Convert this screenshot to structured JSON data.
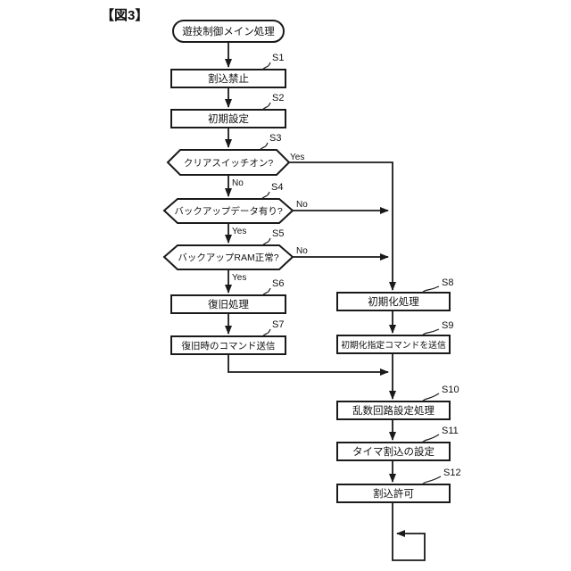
{
  "figure": {
    "title": "【図3】"
  },
  "flowchart": {
    "start": {
      "label": "遊技制御メイン処理"
    },
    "steps": {
      "s1": {
        "id": "S1",
        "label": "割込禁止"
      },
      "s2": {
        "id": "S2",
        "label": "初期設定"
      },
      "s3": {
        "id": "S3",
        "label": "クリアスイッチオン?",
        "yes": "Yes",
        "no": "No"
      },
      "s4": {
        "id": "S4",
        "label": "バックアップデータ有り?",
        "yes": "Yes",
        "no": "No"
      },
      "s5": {
        "id": "S5",
        "label": "バックアップRAM正常?",
        "yes": "Yes",
        "no": "No"
      },
      "s6": {
        "id": "S6",
        "label": "復旧処理"
      },
      "s7": {
        "id": "S7",
        "label": "復旧時のコマンド送信"
      },
      "s8": {
        "id": "S8",
        "label": "初期化処理"
      },
      "s9": {
        "id": "S9",
        "label": "初期化指定コマンドを送信"
      },
      "s10": {
        "id": "S10",
        "label": "乱数回路設定処理"
      },
      "s11": {
        "id": "S11",
        "label": "タイマ割込の設定"
      },
      "s12": {
        "id": "S12",
        "label": "割込許可"
      }
    },
    "colors": {
      "line": "#1a1a1a",
      "background": "#ffffff"
    }
  }
}
